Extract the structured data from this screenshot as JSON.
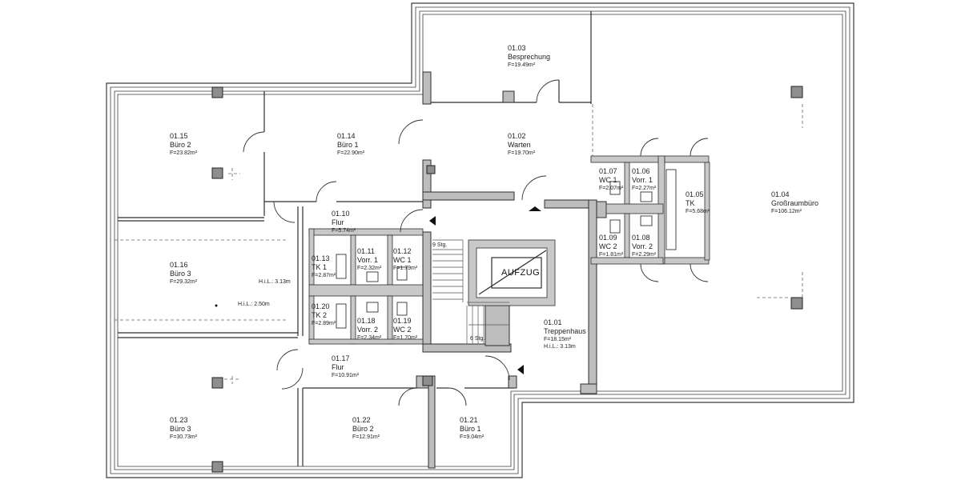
{
  "plan": {
    "rooms": [
      {
        "id": "01.01",
        "name": "Treppenhaus",
        "area": "F=18.15m²",
        "height": "H.i.L.: 3.13m"
      },
      {
        "id": "01.02",
        "name": "Warten",
        "area": "F=19.70m²"
      },
      {
        "id": "01.03",
        "name": "Besprechung",
        "area": "F=19.49m²"
      },
      {
        "id": "01.04",
        "name": "Großraumbüro",
        "area": "F=106.12m²"
      },
      {
        "id": "01.05",
        "name": "TK",
        "area": "F=5.68m²"
      },
      {
        "id": "01.06",
        "name": "Vorr. 1",
        "area": "F=2.27m²"
      },
      {
        "id": "01.07",
        "name": "WC 1",
        "area": "F=2.07m²"
      },
      {
        "id": "01.08",
        "name": "Vorr. 2",
        "area": "F=2.29m²"
      },
      {
        "id": "01.09",
        "name": "WC 2",
        "area": "F=1.81m²"
      },
      {
        "id": "01.10",
        "name": "Flur",
        "area": "F=5.74m²"
      },
      {
        "id": "01.11",
        "name": "Vorr. 1",
        "area": "F=2.32m²"
      },
      {
        "id": "01.12",
        "name": "WC 1",
        "area": "F=1.79m²"
      },
      {
        "id": "01.13",
        "name": "TK 1",
        "area": "F=2.87m²"
      },
      {
        "id": "01.14",
        "name": "Büro 1",
        "area": "F=22.90m²"
      },
      {
        "id": "01.15",
        "name": "Büro 2",
        "area": "F=23.82m²"
      },
      {
        "id": "01.16",
        "name": "Büro 3",
        "area": "F=29.32m²"
      },
      {
        "id": "01.17",
        "name": "Flur",
        "area": "F=10.91m²"
      },
      {
        "id": "01.18",
        "name": "Vorr. 2",
        "area": "F=2.34m²"
      },
      {
        "id": "01.19",
        "name": "WC 2",
        "area": "F=1.70m²"
      },
      {
        "id": "01.20",
        "name": "TK 2",
        "area": "F=2.89m²"
      },
      {
        "id": "01.21",
        "name": "Büro 1",
        "area": "F=9.04m²"
      },
      {
        "id": "01.22",
        "name": "Büro 2",
        "area": "F=12.91m²"
      },
      {
        "id": "01.23",
        "name": "Büro 3",
        "area": "F=30.73m²"
      }
    ],
    "notes": {
      "hil_313": "H.i.L.: 3.13m",
      "hil_250": "H.i.L.: 2.50m",
      "stair_upper": "9 Stg.",
      "stair_lower": "6 Stg."
    },
    "elevator_label": "AUFZUG"
  }
}
